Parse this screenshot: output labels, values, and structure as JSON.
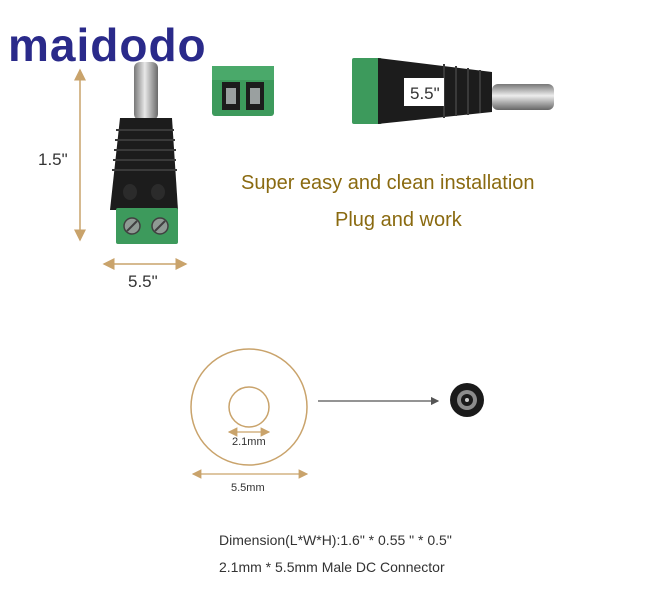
{
  "brand": {
    "logo_text": "maidodo",
    "logo_color": "#2a2a8a"
  },
  "colors": {
    "gold": "#8a6a10",
    "arrow": "#c9a36b",
    "terminal_green": "#3d9a5c"
  },
  "product_top": {
    "height_label": "1.5\"",
    "width_label": "5.5\""
  },
  "product_side": {
    "diameter_label": "5.5\""
  },
  "taglines": {
    "line1": "Super easy and clean installation",
    "line2": "Plug and work"
  },
  "diagram": {
    "inner_label": "2.1mm",
    "outer_label": "5.5mm"
  },
  "captions": {
    "dimension": "Dimension(L*W*H):1.6\" * 0.55 \" * 0.5\"",
    "product_name": "2.1mm * 5.5mm Male DC Connector"
  }
}
